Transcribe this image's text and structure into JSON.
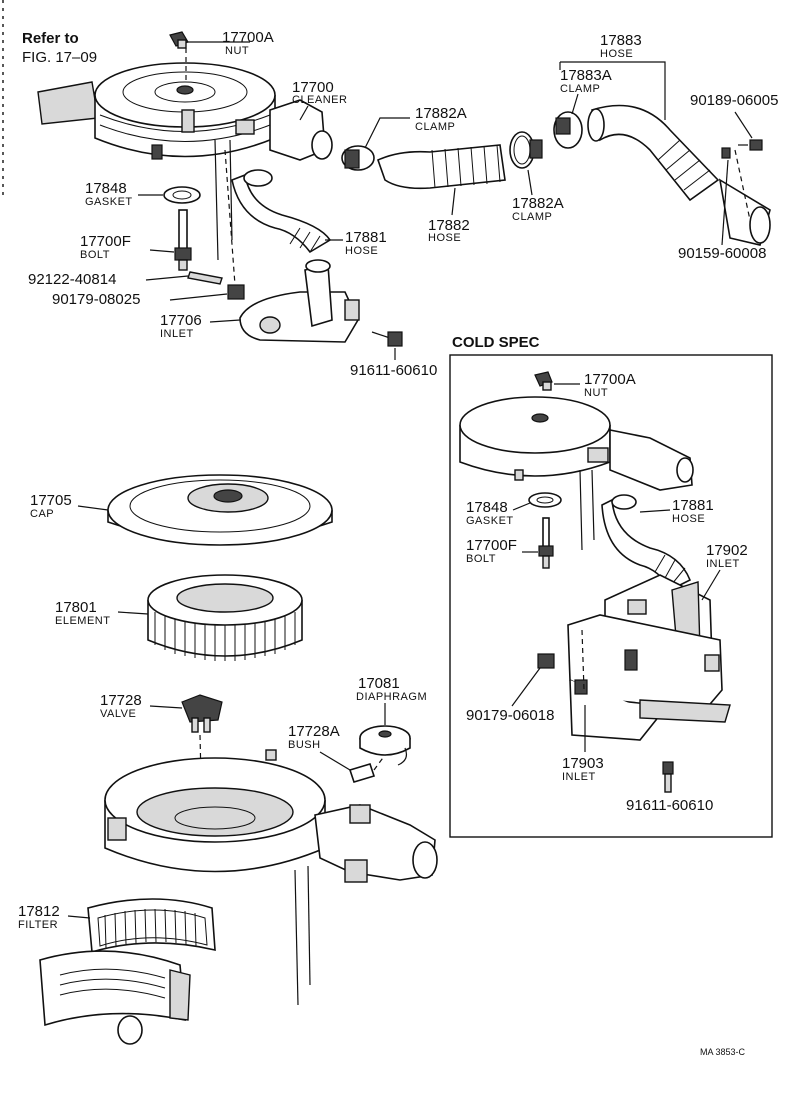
{
  "refer": {
    "line1": "Refer to",
    "line2": "FIG. 17–09"
  },
  "labels": {
    "nut_top": {
      "pn": "17700A",
      "name": "NUT"
    },
    "cleaner": {
      "pn": "17700",
      "name": "CLEANER"
    },
    "clamp_a1": {
      "pn": "17882A",
      "name": "CLAMP"
    },
    "hose_top": {
      "pn": "17883",
      "name": "HOSE"
    },
    "clamp_a2": {
      "pn": "17883A",
      "name": "CLAMP"
    },
    "bolt_90189": {
      "pn": "90189-06005"
    },
    "gasket": {
      "pn": "17848",
      "name": "GASKET"
    },
    "bolt_f": {
      "pn": "17700F",
      "name": "BOLT"
    },
    "stud": {
      "pn": "92122-40814"
    },
    "nut_90179": {
      "pn": "90179-08025"
    },
    "inlet": {
      "pn": "17706",
      "name": "INLET"
    },
    "hose_881": {
      "pn": "17881",
      "name": "HOSE"
    },
    "hose_882": {
      "pn": "17882",
      "name": "HOSE"
    },
    "clamp_882a": {
      "pn": "17882A",
      "name": "CLAMP"
    },
    "clip_90159": {
      "pn": "90159-60008"
    },
    "bolt_91611": {
      "pn": "91611-60610"
    },
    "cap": {
      "pn": "17705",
      "name": "CAP"
    },
    "element": {
      "pn": "17801",
      "name": "ELEMENT"
    },
    "valve": {
      "pn": "17728",
      "name": "VALVE"
    },
    "diaphragm": {
      "pn": "17081",
      "name": "DIAPHRAGM"
    },
    "bush": {
      "pn": "17728A",
      "name": "BUSH"
    },
    "filter": {
      "pn": "17812",
      "name": "FILTER"
    }
  },
  "cold_spec": {
    "title": "COLD SPEC",
    "nut": {
      "pn": "17700A",
      "name": "NUT"
    },
    "gasket": {
      "pn": "17848",
      "name": "GASKET"
    },
    "hose": {
      "pn": "17881",
      "name": "HOSE"
    },
    "bolt": {
      "pn": "17700F",
      "name": "BOLT"
    },
    "inlet_902": {
      "pn": "17902",
      "name": "INLET"
    },
    "nut_90179": {
      "pn": "90179-06018"
    },
    "inlet_903": {
      "pn": "17903",
      "name": "INLET"
    },
    "bolt_91611": {
      "pn": "91611-60610"
    }
  },
  "figure_code": "MA 3853-C"
}
